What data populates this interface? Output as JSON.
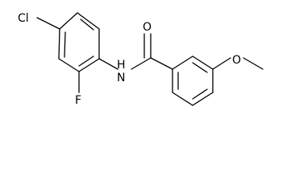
{
  "molecule": {
    "atoms": {
      "chlorine": "Cl",
      "fluorine": "F",
      "amide_nitrogen": "N",
      "amide_hydrogen": "H",
      "carbonyl_oxygen": "O",
      "methoxy_oxygen": "O"
    }
  }
}
